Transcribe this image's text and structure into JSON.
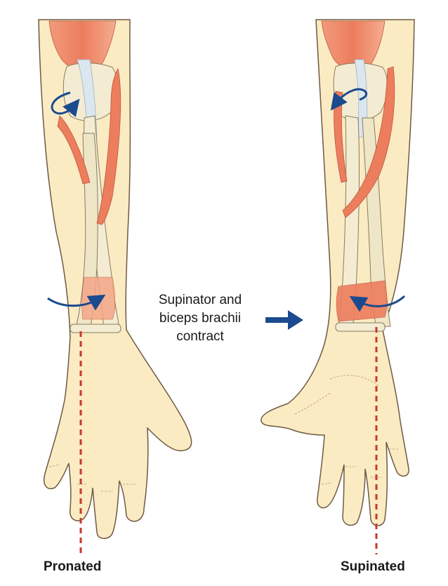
{
  "caption": {
    "line1": "Supinator and",
    "line2": "biceps brachii",
    "line3": "contract"
  },
  "labels": {
    "left": "Pronated",
    "right": "Supinated"
  },
  "colors": {
    "skin": "#fbebc3",
    "skin_outline": "#6e5a44",
    "muscle": "#ec7d5d",
    "muscle_dark": "#d8583b",
    "bone": "#f3ecd2",
    "bone_outline": "#8a7a5c",
    "tendon": "#dbe6ef",
    "arrow": "#1b4a8f",
    "axis_line": "#c83a2a"
  },
  "icons": {
    "rotation_left_elbow": "curved-arrow-icon",
    "rotation_left_wrist": "curved-arrow-icon",
    "rotation_right_elbow": "curved-arrow-icon",
    "rotation_right_wrist": "curved-arrow-icon",
    "transition": "right-arrow-icon"
  }
}
